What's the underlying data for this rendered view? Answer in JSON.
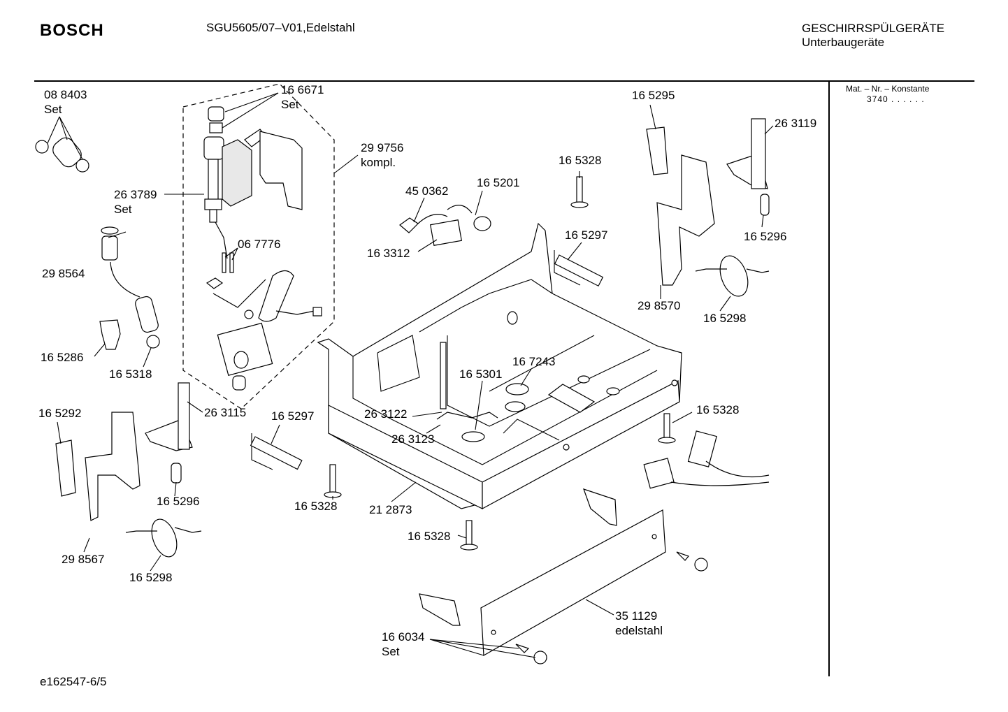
{
  "header": {
    "brand": "BOSCH",
    "model": "SGU5605/07–V01,Edelstahl",
    "category_line1": "GESCHIRRSPÜLGERÄTE",
    "category_line2": "Unterbaugeräte"
  },
  "sidebar": {
    "label": "Mat. – Nr. – Konstante",
    "value": "3740  .  .  .  .  .  ."
  },
  "footer": {
    "code": "e162547-6/5"
  },
  "parts": [
    {
      "id": "p088403",
      "number": "08 8403",
      "note": "Set"
    },
    {
      "id": "p166671",
      "number": "16 6671",
      "note": "Set"
    },
    {
      "id": "p299756",
      "number": "29 9756",
      "note": "kompl."
    },
    {
      "id": "p263789",
      "number": "26 3789",
      "note": "Set"
    },
    {
      "id": "p067776",
      "number": "06 7776",
      "note": ""
    },
    {
      "id": "p298564",
      "number": "29 8564",
      "note": ""
    },
    {
      "id": "p165286",
      "number": "16 5286",
      "note": ""
    },
    {
      "id": "p165318",
      "number": "16 5318",
      "note": ""
    },
    {
      "id": "p165292",
      "number": "16 5292",
      "note": ""
    },
    {
      "id": "p263115",
      "number": "26 3115",
      "note": ""
    },
    {
      "id": "p165296a",
      "number": "16 5296",
      "note": ""
    },
    {
      "id": "p298567",
      "number": "29 8567",
      "note": ""
    },
    {
      "id": "p165298a",
      "number": "16 5298",
      "note": ""
    },
    {
      "id": "p165297a",
      "number": "16 5297",
      "note": ""
    },
    {
      "id": "p165328a",
      "number": "16 5328",
      "note": ""
    },
    {
      "id": "p212873",
      "number": "21 2873",
      "note": ""
    },
    {
      "id": "p165328b",
      "number": "16 5328",
      "note": ""
    },
    {
      "id": "p450362",
      "number": "45 0362",
      "note": ""
    },
    {
      "id": "p165201",
      "number": "16 5201",
      "note": ""
    },
    {
      "id": "p163312",
      "number": "16 3312",
      "note": ""
    },
    {
      "id": "p165328c",
      "number": "16 5328",
      "note": ""
    },
    {
      "id": "p165297b",
      "number": "16 5297",
      "note": ""
    },
    {
      "id": "p165301",
      "number": "16 5301",
      "note": ""
    },
    {
      "id": "p167243",
      "number": "16 7243",
      "note": ""
    },
    {
      "id": "p263122",
      "number": "26 3122",
      "note": ""
    },
    {
      "id": "p263123",
      "number": "26 3123",
      "note": ""
    },
    {
      "id": "p165295",
      "number": "16 5295",
      "note": ""
    },
    {
      "id": "p263119",
      "number": "26 3119",
      "note": ""
    },
    {
      "id": "p165296b",
      "number": "16 5296",
      "note": ""
    },
    {
      "id": "p298570",
      "number": "29 8570",
      "note": ""
    },
    {
      "id": "p165298b",
      "number": "16 5298",
      "note": ""
    },
    {
      "id": "p165328d",
      "number": "16 5328",
      "note": ""
    },
    {
      "id": "p351129",
      "number": "35 1129",
      "note": "edelstahl"
    },
    {
      "id": "p166034",
      "number": "16 6034",
      "note": "Set"
    }
  ]
}
